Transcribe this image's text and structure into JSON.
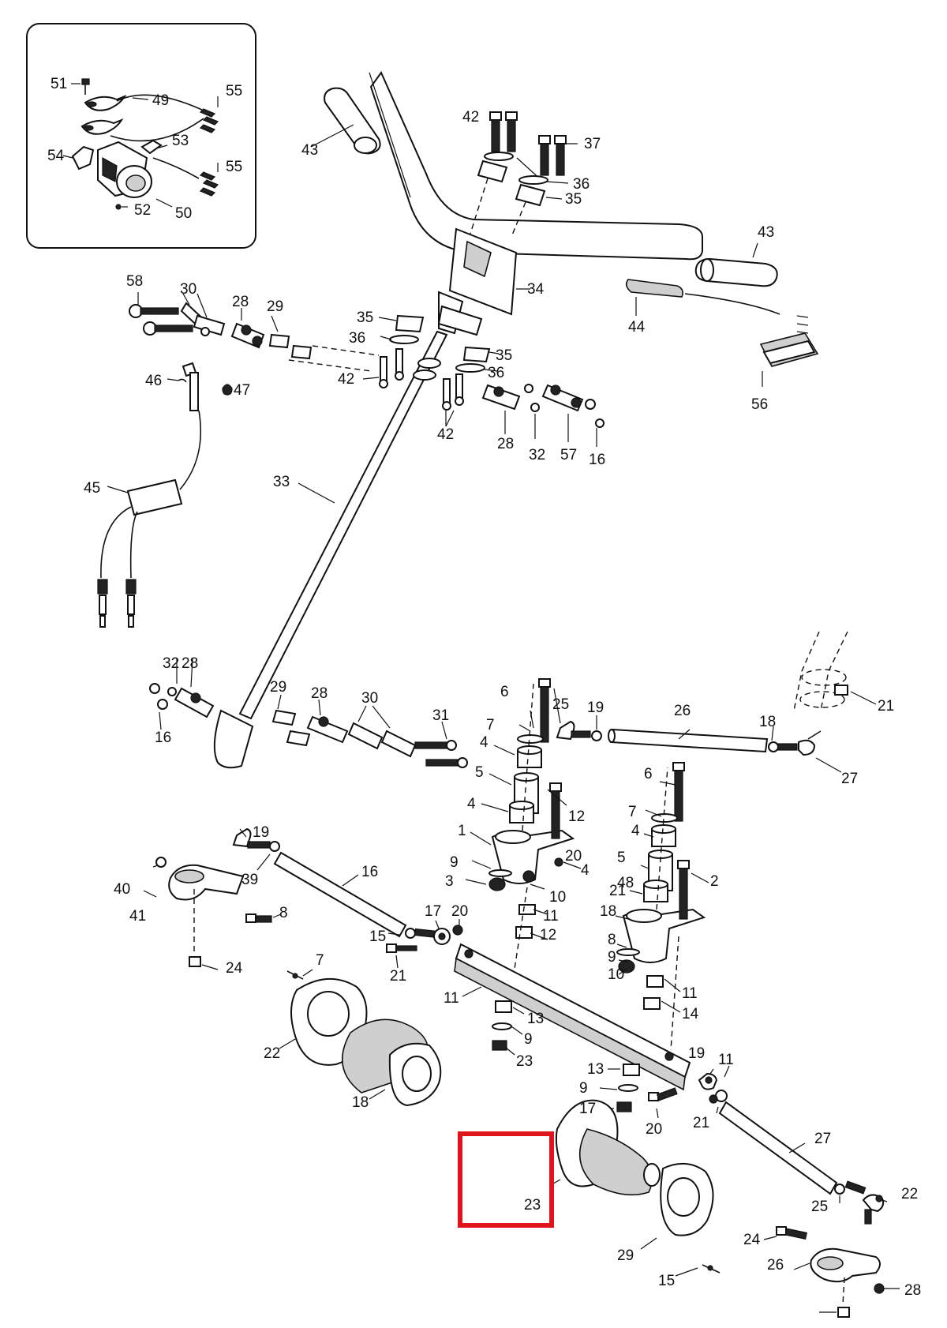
{
  "highlight_color": "#e0141b",
  "inset_labels": [
    "51",
    "49",
    "55",
    "54",
    "53",
    "55",
    "52",
    "50"
  ],
  "labels": [
    "42",
    "43",
    "37",
    "36",
    "35",
    "43",
    "34",
    "58",
    "30",
    "28",
    "29",
    "35",
    "36",
    "35",
    "36",
    "42",
    "46",
    "47",
    "42",
    "28",
    "32",
    "57",
    "16",
    "44",
    "56",
    "45",
    "33",
    "32",
    "28",
    "29",
    "28",
    "30",
    "31",
    "16",
    "6",
    "25",
    "19",
    "26",
    "18",
    "21",
    "27",
    "7",
    "4",
    "5",
    "4",
    "12",
    "1",
    "6",
    "7",
    "4",
    "5",
    "48",
    "20",
    "19",
    "39",
    "16",
    "40",
    "41",
    "8",
    "9",
    "3",
    "4",
    "21",
    "10",
    "11",
    "12",
    "2",
    "18",
    "17",
    "20",
    "15",
    "21",
    "24",
    "7",
    "8",
    "9",
    "10",
    "11",
    "14",
    "11",
    "13",
    "9",
    "23",
    "22",
    "18",
    "19",
    "11",
    "13",
    "9",
    "17",
    "20",
    "21",
    "27",
    "23",
    "22",
    "25",
    "24",
    "26",
    "28",
    "29",
    "15"
  ]
}
